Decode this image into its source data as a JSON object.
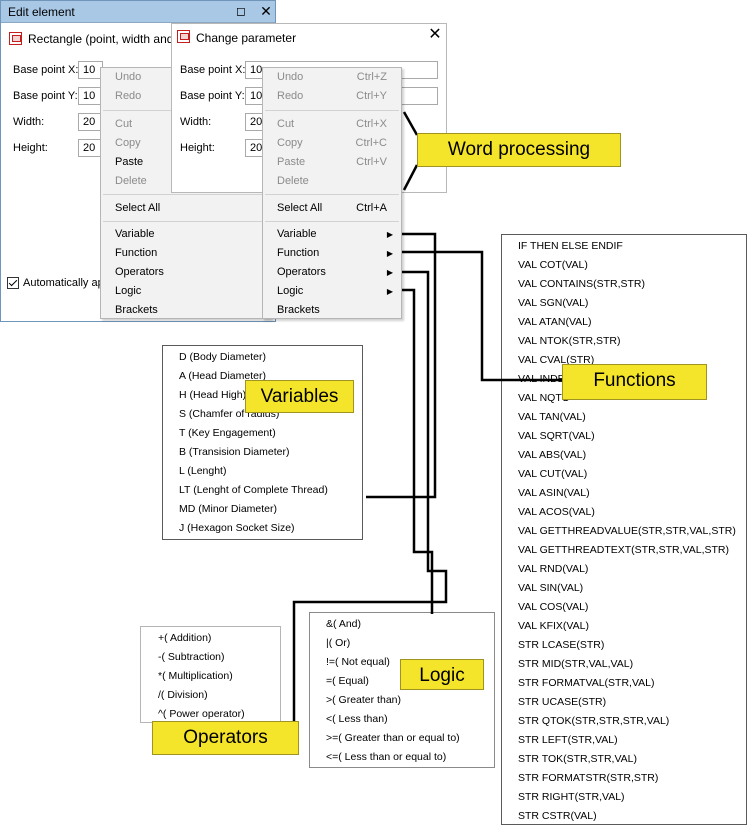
{
  "edit_window": {
    "title": "Edit element",
    "maximize_icon": "maximize-icon",
    "close_icon": "close-icon",
    "header": "Rectangle (point, width and hei",
    "fields": [
      {
        "label": "Base point X:",
        "value": "10"
      },
      {
        "label": "Base point Y:",
        "value": "10"
      },
      {
        "label": "Width:",
        "value": "20"
      },
      {
        "label": "Height:",
        "value": "20"
      }
    ],
    "checkbox_label": "Automatically ap"
  },
  "change_window": {
    "title": "Change parameter",
    "close_icon": "close-icon",
    "fields": [
      {
        "label": "Base point X:",
        "value": "10"
      },
      {
        "label": "Base point Y:",
        "value": "10"
      },
      {
        "label": "Width:",
        "value": "20"
      },
      {
        "label": "Height:",
        "value": "20"
      }
    ]
  },
  "context_menu_back": {
    "items": [
      "Undo",
      "Redo",
      "Cut",
      "Copy",
      "Paste",
      "Delete",
      "Select All",
      "Variable",
      "Function",
      "Operators",
      "Logic",
      "Brackets"
    ]
  },
  "context_menu": {
    "items": [
      {
        "label": "Undo",
        "shortcut": "Ctrl+Z",
        "disabled": true
      },
      {
        "label": "Redo",
        "shortcut": "Ctrl+Y",
        "disabled": true
      },
      {
        "label": "Cut",
        "shortcut": "Ctrl+X",
        "disabled": true
      },
      {
        "label": "Copy",
        "shortcut": "Ctrl+C",
        "disabled": true
      },
      {
        "label": "Paste",
        "shortcut": "Ctrl+V",
        "disabled": true
      },
      {
        "label": "Delete",
        "shortcut": "",
        "disabled": true
      },
      {
        "label": "Select All",
        "shortcut": "Ctrl+A",
        "disabled": false
      },
      {
        "label": "Variable",
        "submenu": true
      },
      {
        "label": "Function",
        "submenu": true
      },
      {
        "label": "Operators",
        "submenu": true
      },
      {
        "label": "Logic",
        "submenu": true
      },
      {
        "label": "Brackets",
        "submenu": false
      }
    ]
  },
  "variables": [
    "D (Body Diameter)",
    "A (Head Diameter)",
    "H (Head High)",
    "S (Chamfer of radius)",
    "T (Key Engagement)",
    "B (Transision Diameter)",
    "L (Lenght)",
    "LT (Lenght of Complete Thread)",
    "MD (Minor Diameter)",
    "J (Hexagon Socket Size)"
  ],
  "functions": [
    "IF THEN ELSE ENDIF",
    "VAL COT(VAL)",
    "VAL CONTAINS(STR,STR)",
    "VAL SGN(VAL)",
    "VAL ATAN(VAL)",
    "VAL NTOK(STR,STR)",
    "VAL CVAL(STR)",
    "VAL INDEX",
    "VAL NQTO",
    "VAL TAN(VAL)",
    "VAL SQRT(VAL)",
    "VAL ABS(VAL)",
    "VAL CUT(VAL)",
    "VAL ASIN(VAL)",
    "VAL ACOS(VAL)",
    "VAL GETTHREADVALUE(STR,STR,VAL,STR)",
    "VAL GETTHREADTEXT(STR,STR,VAL,STR)",
    "VAL RND(VAL)",
    "VAL SIN(VAL)",
    "VAL COS(VAL)",
    "VAL KFIX(VAL)",
    "STR LCASE(STR)",
    "STR MID(STR,VAL,VAL)",
    "STR FORMATVAL(STR,VAL)",
    "STR UCASE(STR)",
    "STR QTOK(STR,STR,STR,VAL)",
    "STR LEFT(STR,VAL)",
    "STR TOK(STR,STR,VAL)",
    "STR FORMATSTR(STR,STR)",
    "STR RIGHT(STR,VAL)",
    "STR CSTR(VAL)"
  ],
  "operators": [
    "+( Addition)",
    "-( Subtraction)",
    "*( Multiplication)",
    "/( Division)",
    "^( Power operator)"
  ],
  "logic": [
    "&( And)",
    "|( Or)",
    "!=( Not equal)",
    "=( Equal)",
    ">( Greater than)",
    "<( Less than)",
    ">=( Greater than or equal to)",
    "<=( Less than or equal to)"
  ],
  "callouts": {
    "word_processing": "Word processing",
    "functions": "Functions",
    "variables": "Variables",
    "logic": "Logic",
    "operators": "Operators"
  },
  "colors": {
    "callout_bg": "#f5e52a",
    "titlebar_bg": "#a8c8e6",
    "app_icon": "#c41e1e",
    "connector": "#000000"
  }
}
